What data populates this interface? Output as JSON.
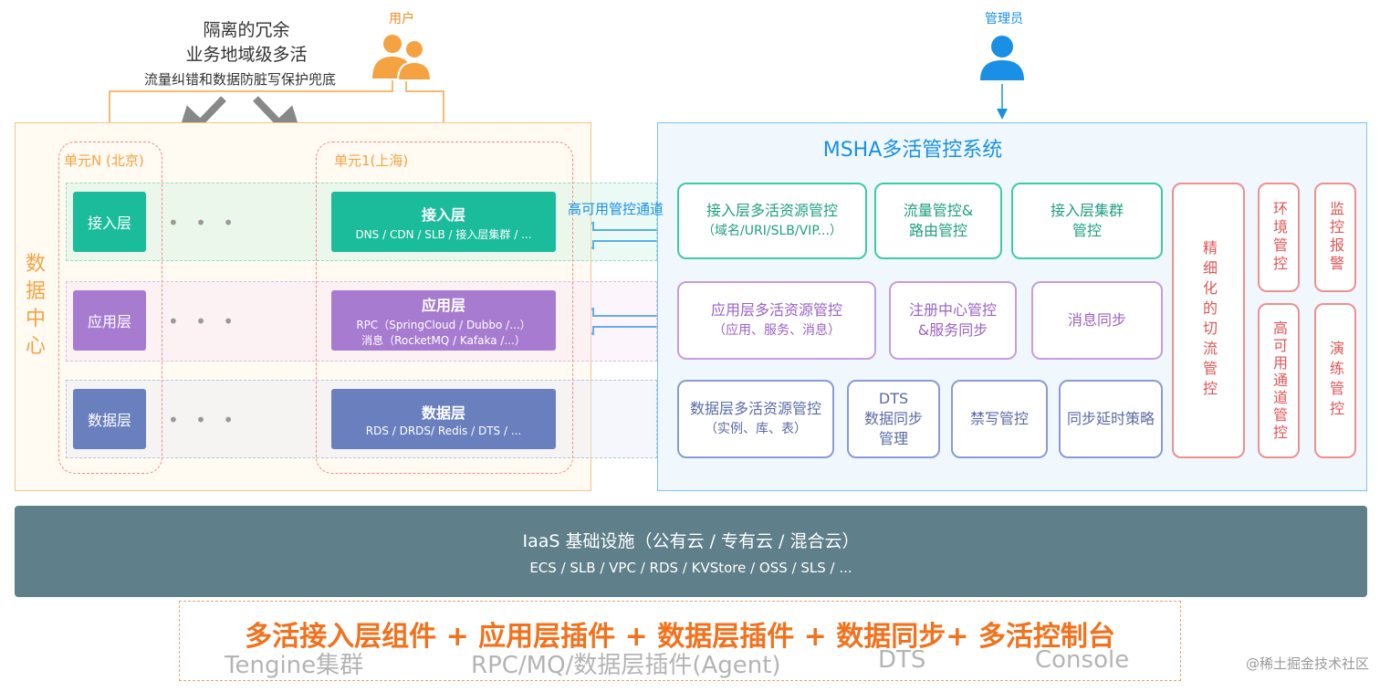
{
  "header_notes": {
    "line1": "隔离的冗余",
    "line2": "业务地域级多活",
    "line3": "流量纠错和数据防脏写保护兜底"
  },
  "users_label": "用户",
  "admin_label": "管理员",
  "data_center": {
    "label": "数据中心",
    "unit_n": {
      "title": "单元N (北京)",
      "access": "接入层",
      "app": "应用层",
      "data": "数据层"
    },
    "dots": "• • •",
    "unit_1": {
      "title": "单元1(上海)",
      "access_title": "接入层",
      "access_sub": "DNS / CDN / SLB / 接入层集群 / ...",
      "app_title": "应用层",
      "app_sub1": "RPC（SpringCloud / Dubbo /...）",
      "app_sub2": "消息（RocketMQ / Kafaka /...）",
      "data_title": "数据层",
      "data_sub": "RDS / DRDS/ Redis / DTS / ..."
    }
  },
  "channel_label": "高可用管控通道",
  "msha": {
    "title": "MSHA多活管控系统",
    "access_res_line1": "接入层多活资源管控",
    "access_res_line2": "（域名/URI/SLB/VIP...）",
    "traffic_line1": "流量管控&",
    "traffic_line2": "路由管控",
    "access_cluster_line1": "接入层集群",
    "access_cluster_line2": "管控",
    "app_res_line1": "应用层多活资源管控",
    "app_res_line2": "（应用、服务、消息）",
    "registry_line1": "注册中心管控",
    "registry_line2": "&服务同步",
    "msg_sync": "消息同步",
    "data_res_line1": "数据层多活资源管控",
    "data_res_line2": "（实例、库、表）",
    "dts_line1": "DTS",
    "dts_line2": "数据同步",
    "dts_line3": "管理",
    "write_ban": "禁写管控",
    "sync_delay": "同步延时策略",
    "fine_cut": "精细化的切流管控",
    "env": "环境管控",
    "ha_channel": "高可用通道管控",
    "monitor": "监控报警",
    "drill": "演练管控"
  },
  "iaas": {
    "title": "IaaS 基础设施（公有云 / 专有云 / 混合云）",
    "items": "ECS / SLB / VPC / RDS / KVStore / OSS / SLS / ..."
  },
  "bottom": {
    "headline": "多活接入层组件 + 应用层插件 + 数据层插件 + 数据同步+ 多活控制台",
    "sub1": "Tengine集群",
    "sub2": "RPC/MQ/数据层插件(Agent)",
    "sub3": "DTS",
    "sub4": "Console"
  },
  "watermark": "@稀土掘金技术社区",
  "colors": {
    "orange": "#f08c1e",
    "blue": "#1a8fe6",
    "green": "#1bbc9b",
    "purple": "#a77bd0",
    "navy": "#6a7fbe",
    "iaas": "#5f7f8b"
  }
}
